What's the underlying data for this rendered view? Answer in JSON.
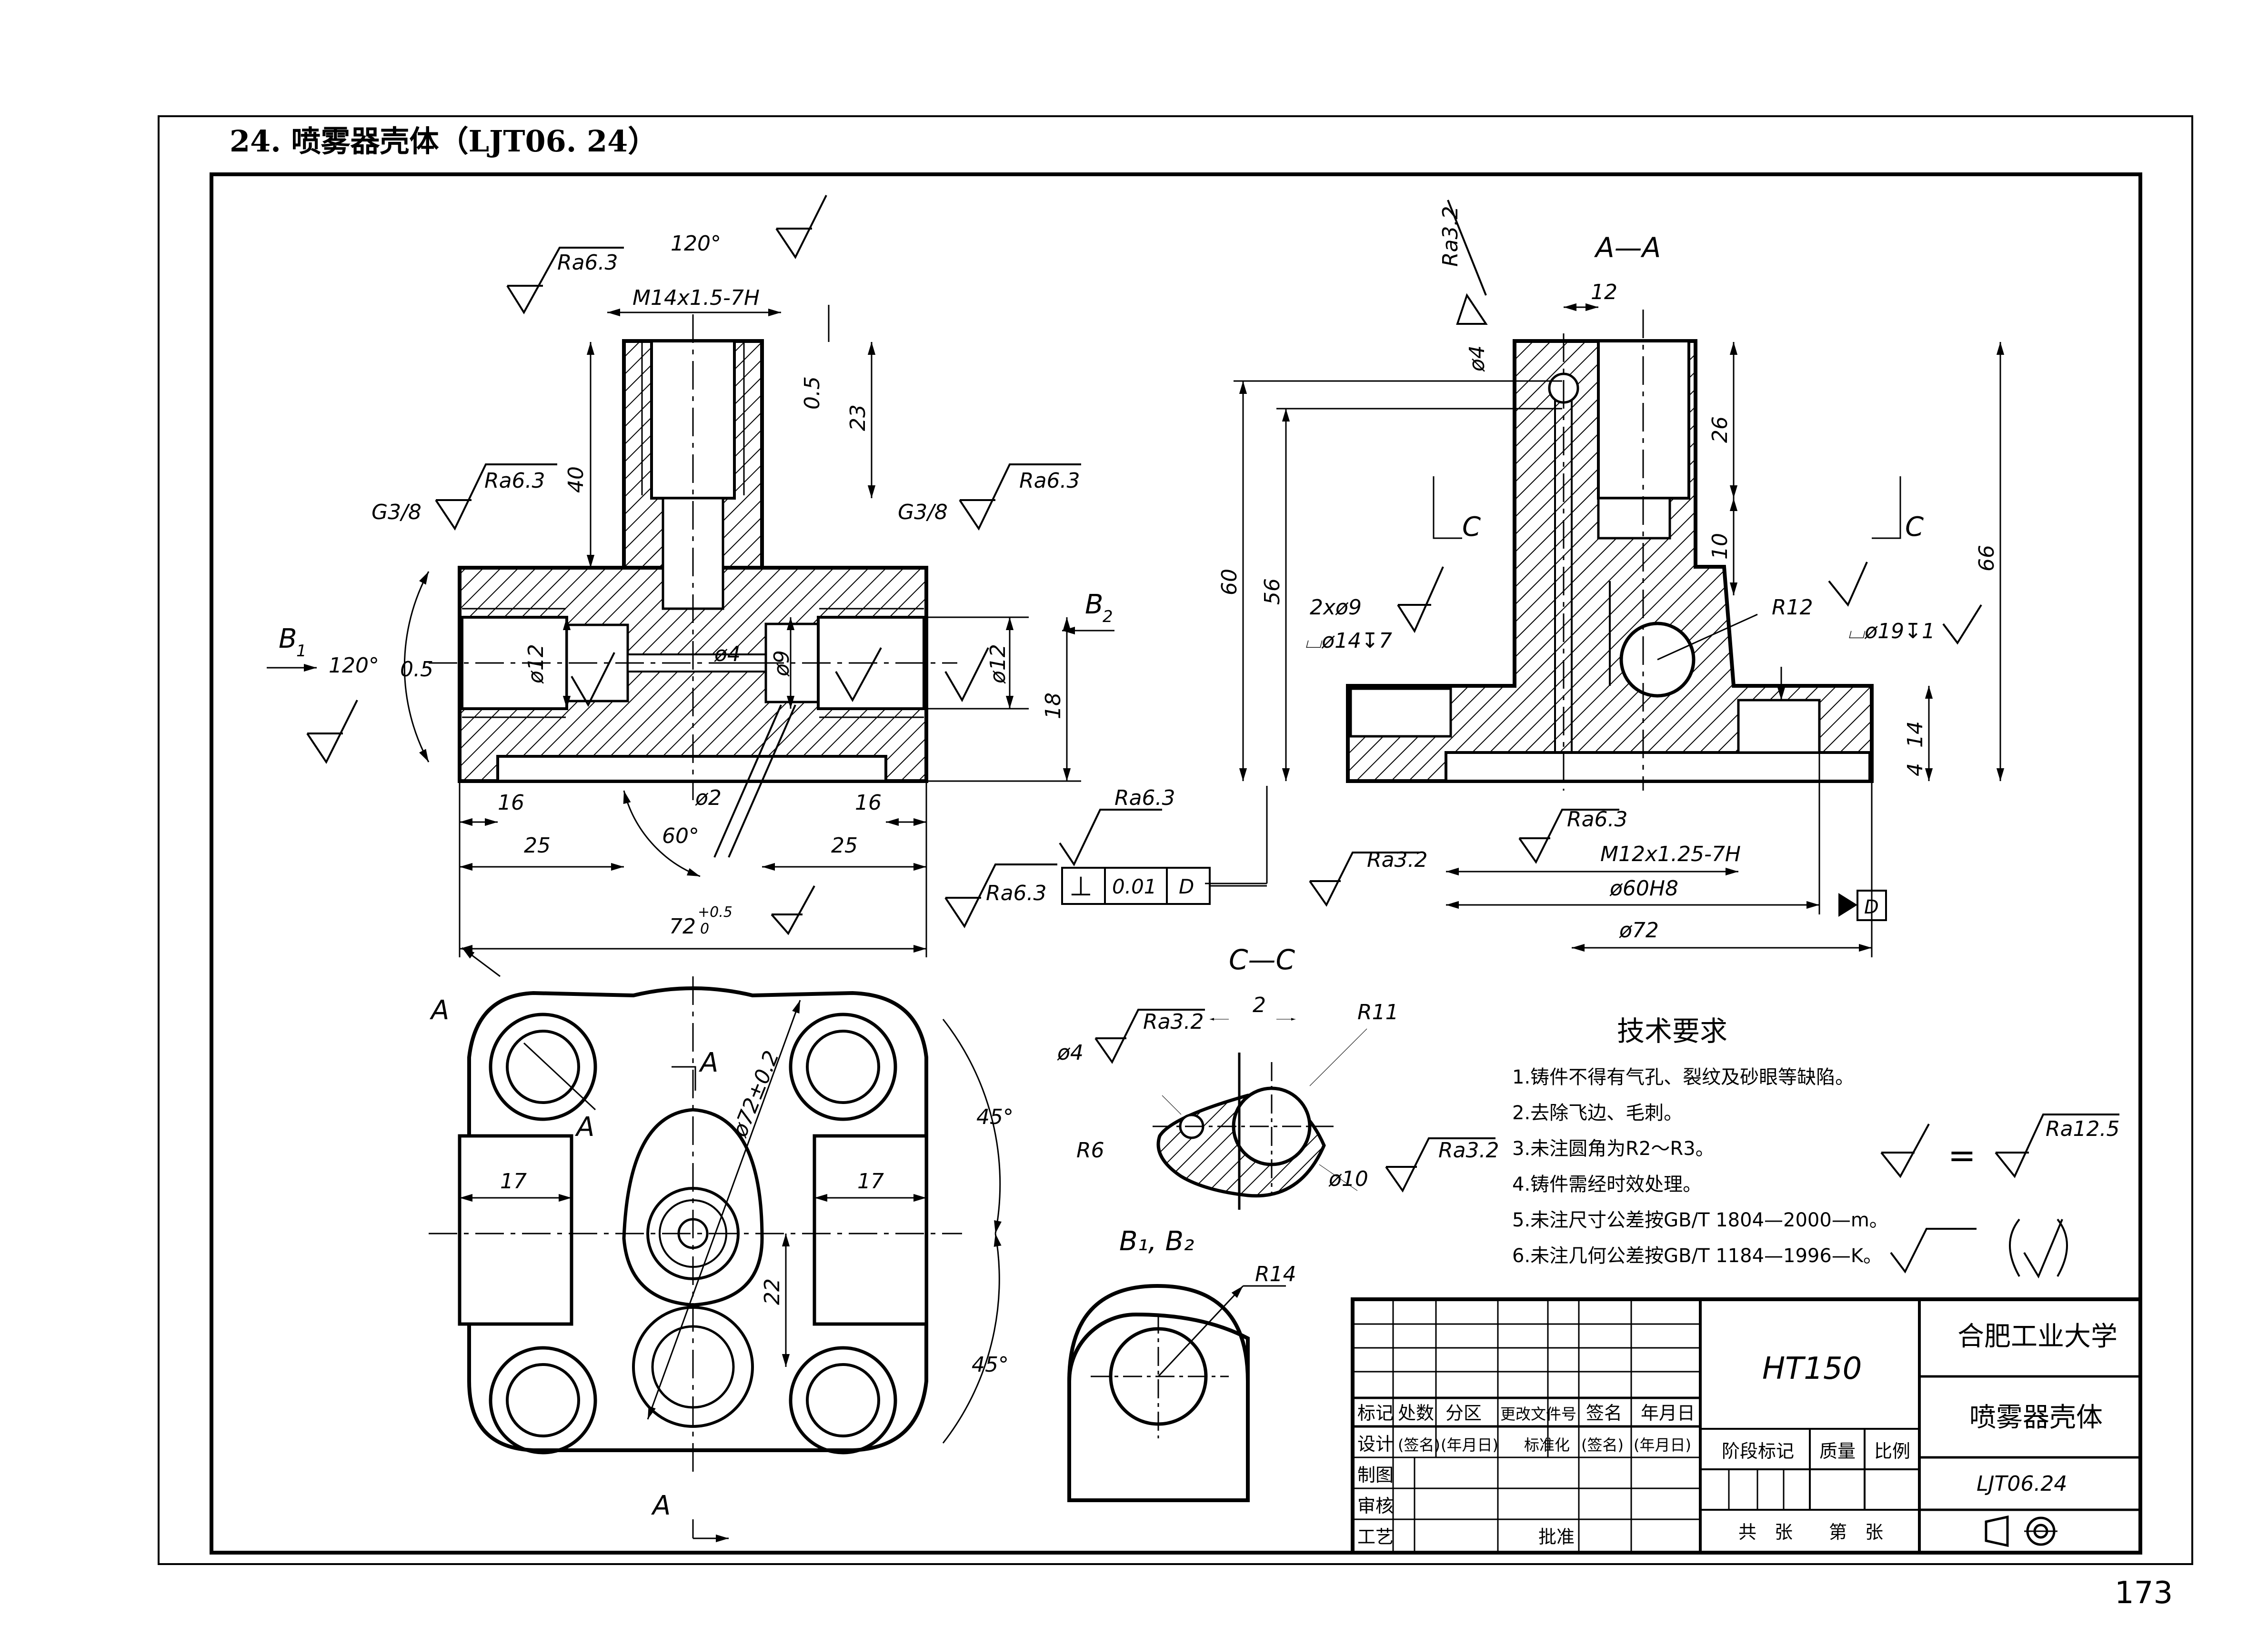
{
  "header": {
    "title": "24. 喷雾器壳体（LJT06. 24）",
    "page_number": "173"
  },
  "front_view": {
    "thread_top": "M14x1.5-7H",
    "angle_top": "120°",
    "ra_top": "Ra6.3",
    "ra_left": "Ra6.3",
    "ra_right": "Ra6.3",
    "ra_bottom": "Ra6.3",
    "thread_left": "G3/8",
    "thread_right": "G3/8",
    "b1": "B",
    "b1_sub": "1",
    "b2": "B",
    "b2_sub": "2",
    "angle_left": "120°",
    "d_05_top": "0.5",
    "d_23": "23",
    "d_40": "40",
    "d_05_left": "0.5",
    "d_phi12_left": "ø12",
    "d_phi4": "ø4",
    "d_phi9": "ø9",
    "d_phi12_right": "ø12",
    "d_18": "18",
    "d_16_left": "16",
    "d_25_left": "25",
    "d_16_right": "16",
    "d_25_right": "25",
    "d_phi2": "ø2",
    "angle_60": "60°",
    "d_72": "72",
    "d_72_tol_up": "+0.5",
    "d_72_tol_low": "0"
  },
  "section_aa": {
    "label": "A—A",
    "ra_top": "Ra3.2",
    "d_12": "12",
    "d_phi4": "ø4",
    "d_26": "26",
    "d_10": "10",
    "d_60": "60",
    "d_56": "56",
    "d_66": "66",
    "d_14": "14",
    "d_4": "4",
    "d_r12": "R12",
    "holes_2x": "2xø9",
    "cbore_left": "⌴ø14↧7",
    "cbore_right": "⌴ø19↧1",
    "cut_c_left": "C",
    "cut_c_right": "C",
    "ra_m12": "Ra6.3",
    "thread_m12": "M12x1.25-7H",
    "d_phi60": "ø60H8",
    "d_phi72": "ø72",
    "ra_left": "Ra3.2",
    "datum": "D",
    "fcf": {
      "ra": "Ra6.3",
      "symbol": "⊥",
      "tolerance": "0.01",
      "datum": "D"
    }
  },
  "top_view": {
    "a_left_top": "A",
    "a_mid": "A",
    "a_right": "A",
    "a_bottom": "A",
    "d_phi72": "ø72±0.2",
    "angle_45_top": "45°",
    "angle_45_bottom": "45°",
    "d_17_left": "17",
    "d_17_right": "17",
    "d_22": "22"
  },
  "section_cc": {
    "label": "C—C",
    "d_2": "2",
    "d_r11": "R11",
    "ra_top": "Ra3.2",
    "d_phi4": "ø4",
    "d_r6": "R6",
    "d_phi10": "ø10",
    "ra_right": "Ra3.2"
  },
  "view_b": {
    "label": "B₁, B₂",
    "d_r14": "R14"
  },
  "tech_requirements": {
    "title": "技术要求",
    "items": [
      "1.铸件不得有气孔、裂纹及砂眼等缺陷。",
      "2.去除飞边、毛刺。",
      "3.未注圆角为R2～R3。",
      "4.铸件需经时效处理。",
      "5.未注尺寸公差按GB/T 1804—2000—m。",
      "6.未注几何公差按GB/T 1184—1996—K。"
    ],
    "ra_general": "Ra12.5",
    "equals": "="
  },
  "title_block": {
    "material": "HT150",
    "school": "合肥工业大学",
    "part_name": "喷雾器壳体",
    "drawing_no": "LJT06.24",
    "row1": [
      "标记",
      "处数",
      "分区",
      "更改文件号",
      "签名",
      "年月日"
    ],
    "row2": [
      "设计",
      "(签名)",
      "(年月日)",
      "标准化",
      "(签名)",
      "(年月日)"
    ],
    "row3": "制图",
    "row4": "审核",
    "row5": "工艺",
    "approve": "批准",
    "stage": "阶段标记",
    "mass": "质量",
    "scale": "比例",
    "sheets": "共　张　　第　张"
  }
}
